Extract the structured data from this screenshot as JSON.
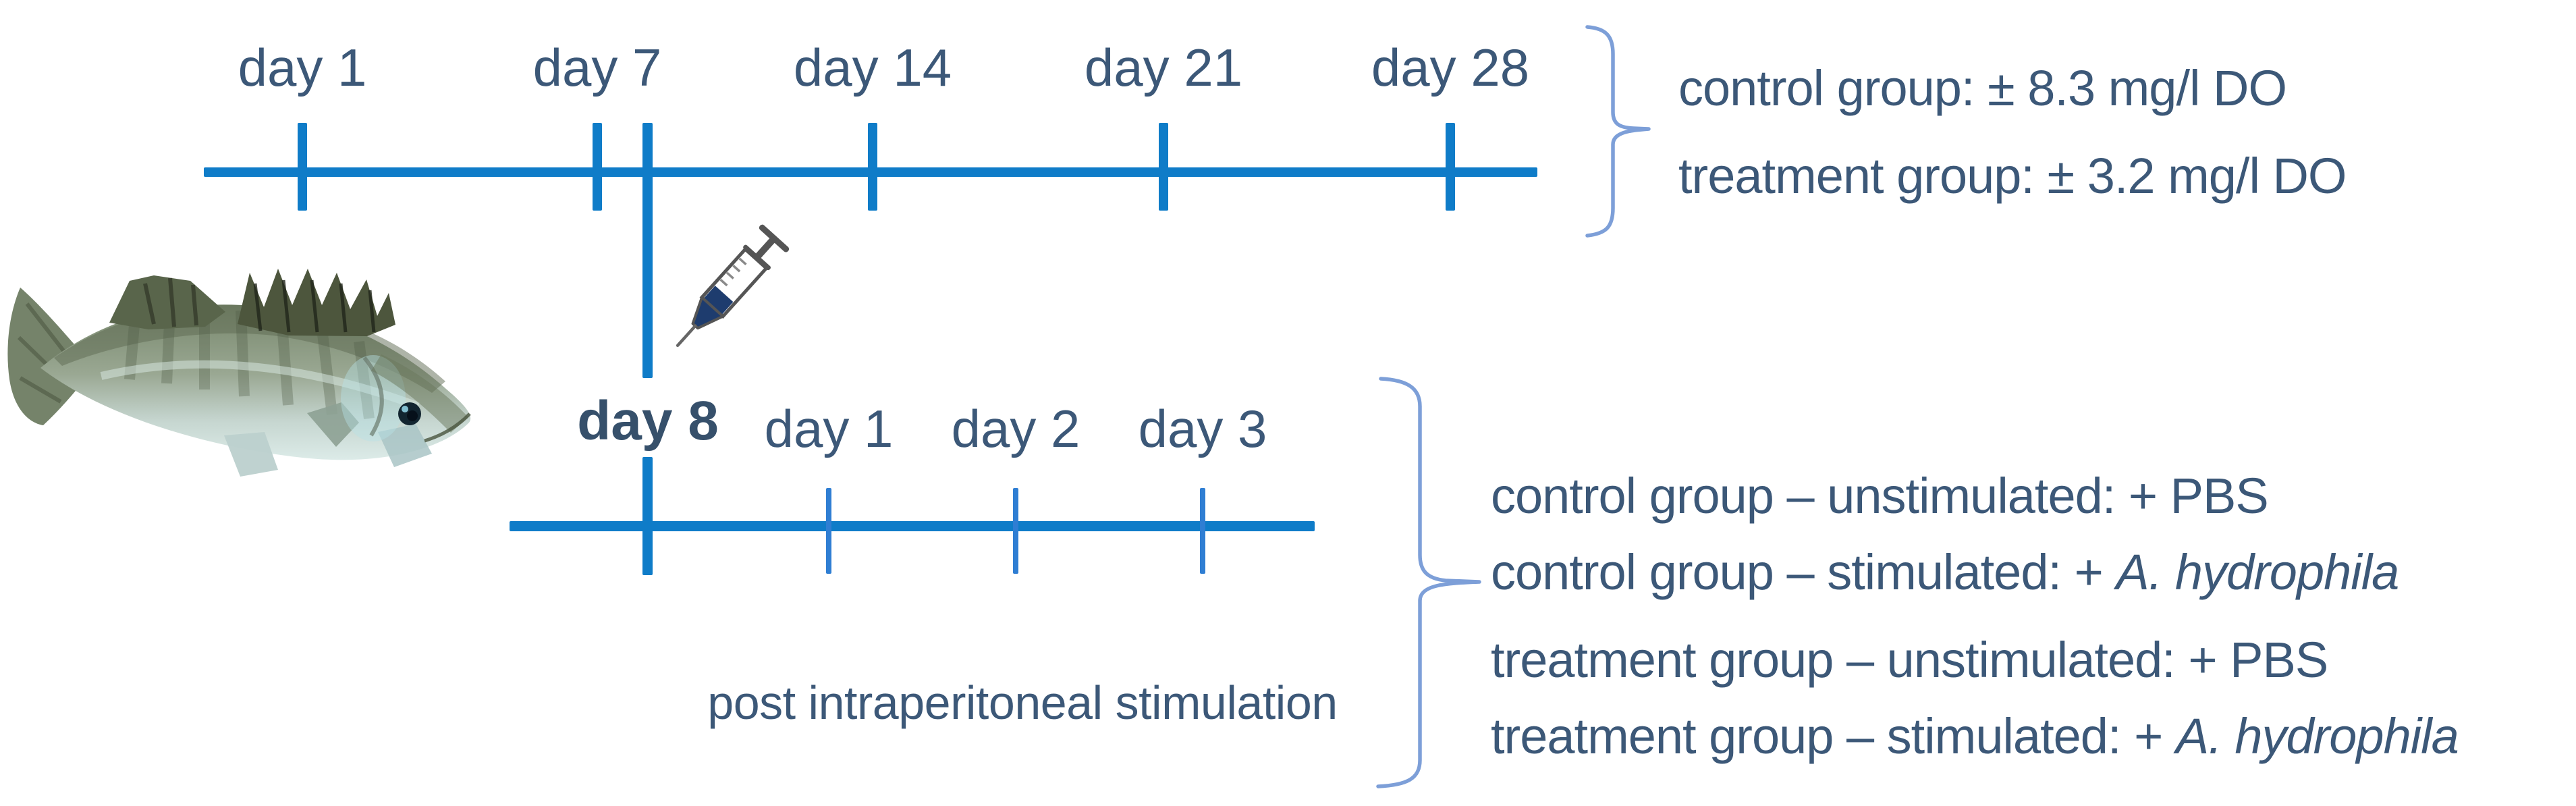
{
  "figure": {
    "description_colors": {
      "timeline_blue": "#0f7cc8",
      "small_tick_blue": "#2f7ed3",
      "text_ink": "#3c5878",
      "brace_blue": "#7d9fd8",
      "syringe_liquid_navy": "#1e3c6e",
      "syringe_outline_gray": "#555555",
      "background": "#ffffff"
    },
    "top_timeline": {
      "labels": [
        "day 1",
        "day 7",
        "day 14",
        "day 21",
        "day 28"
      ]
    },
    "injection_day_label": "day 8",
    "bottom_timeline": {
      "labels": [
        "day 1",
        "day 2",
        "day 3"
      ]
    },
    "bottom_caption": "post intraperitoneal stimulation",
    "top_legend": {
      "line1": "control group: ± 8.3 mg/l DO",
      "line2": "treatment group: ± 3.2 mg/l DO"
    },
    "bottom_legend": {
      "line1": "control group – unstimulated: + PBS",
      "line2_prefix": "control group – stimulated: + ",
      "line2_italic": "A. hydrophila",
      "line3": "treatment group – unstimulated: + PBS",
      "line4_prefix": "treatment group – stimulated: + ",
      "line4_italic": "A. hydrophila"
    },
    "icons": {
      "fish": "pikeperch-fish-photo",
      "syringe": "syringe-injection-icon",
      "brace_top": "right-curly-brace",
      "brace_bottom": "right-curly-brace"
    }
  }
}
